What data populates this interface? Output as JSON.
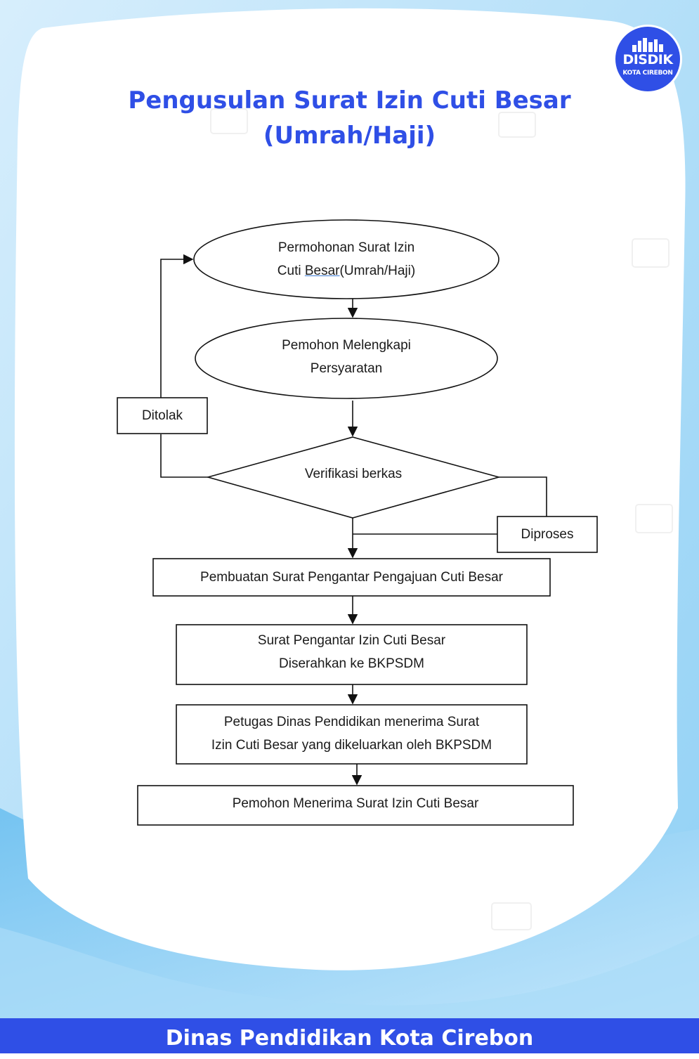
{
  "title": {
    "line1": "Pengusulan Surat Izin Cuti Besar",
    "line2": "(Umrah/Haji)"
  },
  "logo": {
    "name": "DISDIK",
    "subtitle": "KOTA CIREBON"
  },
  "flowchart": {
    "permohonan": {
      "line1": "Permohonan Surat Izin",
      "line2a": "Cuti ",
      "line2b": "Besar",
      "line2c": "(Umrah/Haji)"
    },
    "melengkapi": {
      "line1": "Pemohon Melengkapi",
      "line2": "Persyaratan"
    },
    "verifikasi": "Verifikasi berkas",
    "ditolak": "Ditolak",
    "diproses": "Diproses",
    "pembuatan": "Pembuatan Surat Pengantar Pengajuan Cuti Besar",
    "diserahkan": {
      "line1": "Surat Pengantar Izin Cuti Besar",
      "line2": "Diserahkan ke BKPSDM"
    },
    "petugas": {
      "line1": "Petugas Dinas Pendidikan menerima Surat",
      "line2": "Izin Cuti Besar yang dikeluarkan oleh BKPSDM"
    },
    "menerima": "Pemohon Menerima Surat Izin Cuti Besar"
  },
  "footer": "Dinas Pendidikan Kota Cirebon",
  "colors": {
    "brand_blue": "#2f4fe6",
    "sky_blue": "#bfe3fb"
  }
}
